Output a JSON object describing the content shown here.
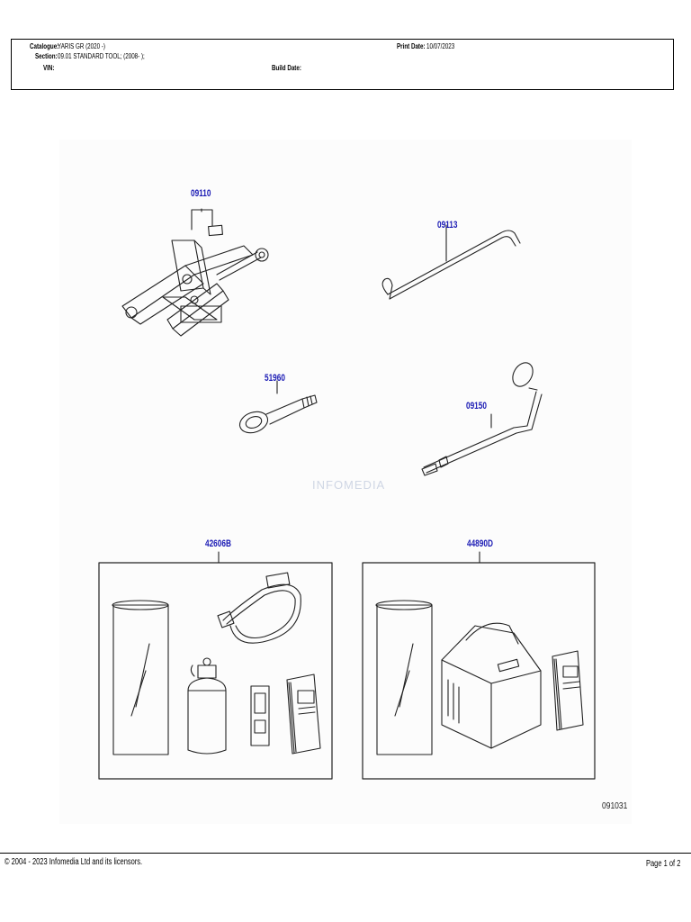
{
  "header": {
    "catalogue_label": "Catalogue:",
    "catalogue_value": "YARIS GR (2020 -)",
    "section_label": "Section:",
    "section_value": "09.01 STANDARD TOOL; (2008-   );",
    "vin_label": "VIN:",
    "print_date_label": "Print Date:",
    "print_date_value": "10/07/2023",
    "build_date_label": "Build Date:"
  },
  "diagram": {
    "watermark": "INFOMEDIA",
    "illustration_number": "091031",
    "parts": [
      {
        "number": "09110",
        "item": "jack"
      },
      {
        "number": "09113",
        "item": "jack-handle"
      },
      {
        "number": "51960",
        "item": "towing-eye"
      },
      {
        "number": "09150",
        "item": "wheel-nut-wrench"
      },
      {
        "number": "42606B",
        "item": "tyre-repair-kit"
      },
      {
        "number": "44890D",
        "item": "compressor-kit"
      }
    ]
  },
  "footer": {
    "copyright": "© 2004 - 2023 Infomedia Ltd and its licensors.",
    "page": "Page 1 of 2"
  },
  "colors": {
    "part_number": "#1a1ab4",
    "line_art": "#222222",
    "watermark": "#cfd6e4"
  }
}
